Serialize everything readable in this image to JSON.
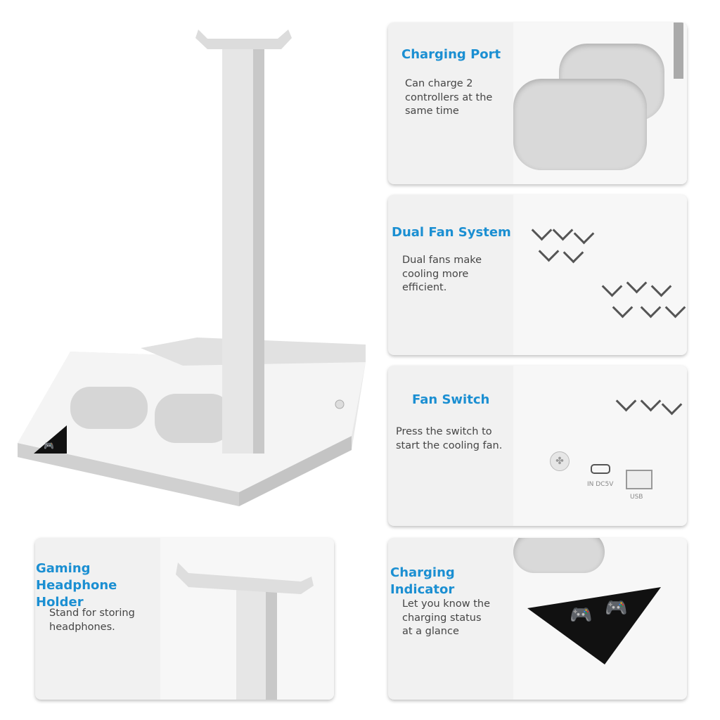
{
  "features": [
    {
      "title": "Charging Port",
      "description": "Can charge 2\ncontrollers at the\nsame time"
    },
    {
      "title": "Dual Fan System",
      "description": "Dual fans make\ncooling more\nefficient."
    },
    {
      "title": "Fan Switch",
      "description": "Press the switch to\nstart the cooling fan."
    },
    {
      "title": "Charging Indicator",
      "description": "Let you know the\ncharging status\nat a glance"
    },
    {
      "title": "Gaming\nHeadphone Holder",
      "description": "Stand for storing\nheadphones."
    }
  ],
  "port_labels": {
    "dc_in": "IN DC5V",
    "usb": "USB"
  },
  "colors": {
    "title": "#1b8fd2",
    "indicator_green": "#22c33a",
    "indicator_red": "#e02a2a",
    "panel": "#f1f1f1"
  }
}
